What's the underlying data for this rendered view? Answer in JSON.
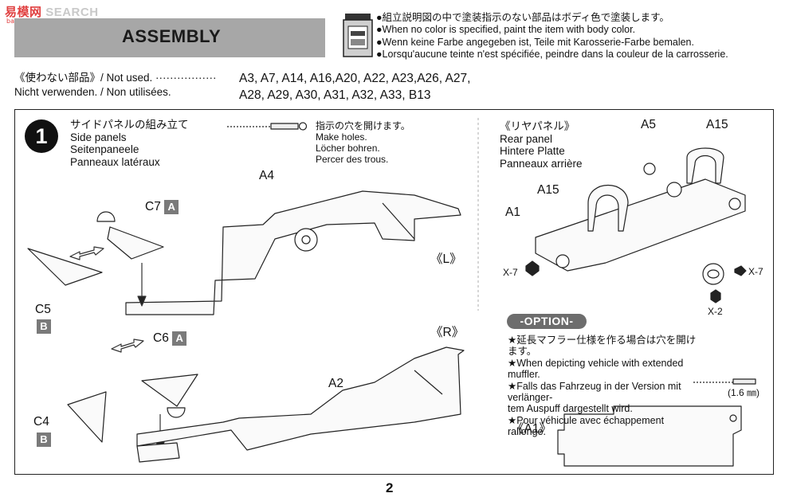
{
  "watermark": {
    "part1": "易",
    "part2": "模网",
    "part3": " SEARCH",
    "url": "ban-shan.com"
  },
  "header": {
    "title": "ASSEMBLY",
    "paint_notes": [
      "●組立説明図の中で塗装指示のない部品はボディ色で塗装します。",
      "●When no color is specified, paint the item with body color.",
      "●Wenn keine Farbe angegeben ist, Teile mit Karosserie-Farbe bemalen.",
      "●Lorsqu'aucune teinte n'est spécifiée, peindre dans la couleur de la carrosserie."
    ]
  },
  "not_used": {
    "line1": "《使わない部品》/ Not used.  ·················",
    "line2": "Nicht verwenden. / Non utilisées.",
    "parts_line1": "A3, A7, A14, A16,A20, A22, A23,A26, A27,",
    "parts_line2": "A28, A29, A30, A31, A32, A33, B13"
  },
  "step1": {
    "number": "1",
    "title_jp": "サイドパネルの組み立て",
    "title_en": "Side panels",
    "title_de": "Seitenpaneele",
    "title_fr": "Panneaux latéraux",
    "holes_jp": "指示の穴を開けます。",
    "holes_en": "Make holes.",
    "holes_de": "Löcher bohren.",
    "holes_fr": "Percer des trous.",
    "labels": {
      "a4": "A4",
      "c7": "C7",
      "c7_box": "A",
      "c5": "C5",
      "c5_box": "B",
      "left_tag": "《L》",
      "right_tag": "《R》",
      "c6": "C6",
      "c6_box": "A",
      "a2": "A2",
      "c4": "C4",
      "c4_box": "B"
    }
  },
  "rear_panel": {
    "title_jp": "《リヤパネル》",
    "title_en": "Rear panel",
    "title_de": "Hintere Platte",
    "title_fr": "Panneaux arrière",
    "labels": {
      "a5": "A5",
      "a15_right": "A15",
      "a15_left": "A15",
      "a1": "A1",
      "x7_left": "X-7",
      "x7_right": "X-7",
      "x2": "X-2"
    }
  },
  "option": {
    "label": "-OPTION-",
    "notes": [
      "★延長マフラー仕様を作る場合は穴を開けます。",
      "★When depicting vehicle with extended muffler.",
      "★Falls das Fahrzeug in der Version mit verlänger-",
      "tem Auspuff dargestellt wird.",
      "★Pour véhicule avec échappement",
      "rallongé."
    ],
    "drill_size": "(1.6 ㎜)",
    "part_tag": "《A1》"
  },
  "page_number": "2"
}
